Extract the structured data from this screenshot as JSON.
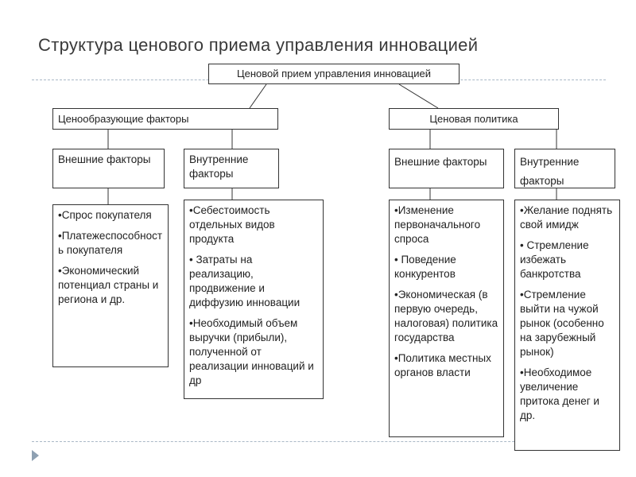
{
  "title": "Структура ценового приема управления инновацией",
  "root": "Ценовой прием управления инновацией",
  "branches": [
    {
      "label": "Ценообразующие факторы",
      "groups": [
        {
          "label": "Внешние факторы",
          "items": [
            "•Спрос покупателя",
            "•Платежеспособность покупателя",
            "•Экономический потенциал страны и региона и др."
          ]
        },
        {
          "label": "Внутренние факторы",
          "items": [
            "•Себестоимость отдельных видов продукта",
            "• Затраты на реализацию, продвижение и диффузию инновации",
            "•Необходимый объем выручки (прибыли), полученной от реализации инноваций и др"
          ]
        }
      ]
    },
    {
      "label": "Ценовая политика",
      "groups": [
        {
          "label": "Внешние факторы",
          "items": [
            "•Изменение первоначального спроса",
            "• Поведение конкурентов",
            "•Экономическая (в первую очередь, налоговая) политика государства",
            "•Политика местных органов власти"
          ]
        },
        {
          "label": "Внутренние факторы",
          "items": [
            "•Желание поднять свой имидж",
            "• Стремление избежать банкротства",
            "•Стремление выйти на чужой рынок (особенно на зарубежный рынок)",
            "•Необходимое увеличение притока денег и др."
          ]
        }
      ]
    }
  ]
}
